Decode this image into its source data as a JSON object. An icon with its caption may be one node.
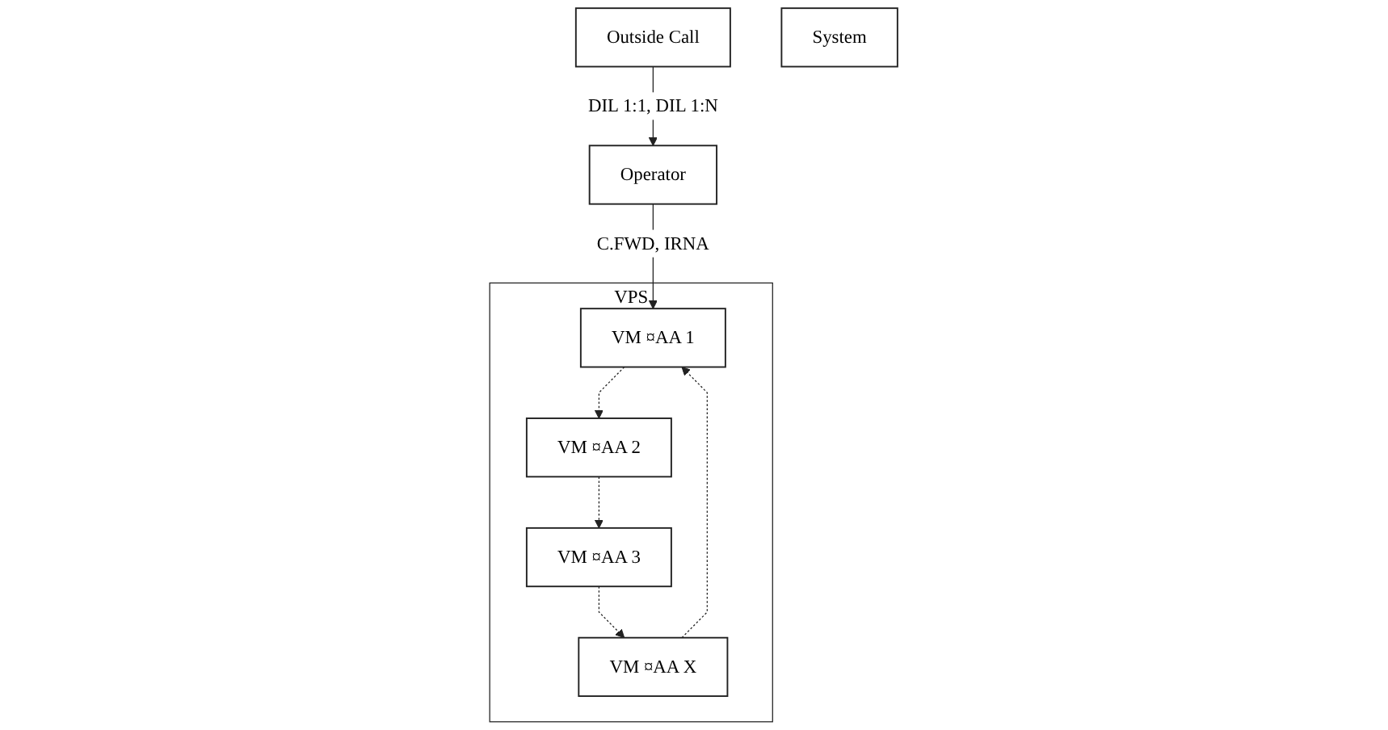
{
  "diagram": {
    "nodes": [
      {
        "text": [
          "Outside Call"
        ]
      },
      {
        "text": [
          "System"
        ]
      },
      {
        "text": [
          "Operator"
        ]
      },
      {
        "text": [
          "VPS"
        ]
      },
      {
        "text": [
          "VM ¤AA 1"
        ],
        "in": 3
      },
      {
        "text": [
          "VM ¤AA 2"
        ],
        "in": 3
      },
      {
        "text": [
          "VM ¤AA 3"
        ],
        "in": 3
      },
      {
        "text": [
          "VM ¤AA X"
        ],
        "in": 3
      }
    ],
    "edges": [
      {
        "from": 0,
        "to": 2,
        "arrow": "to",
        "label": "DIL 1:1, DIL 1:N"
      },
      {
        "from": 2,
        "to": 4,
        "arrow": "to",
        "label": "C.FWD, IRNA"
      },
      {
        "from": 4,
        "to": 5,
        "arrow": "to",
        "style": "dashed"
      },
      {
        "from": 5,
        "to": 6,
        "arrow": "to",
        "style": "dashed"
      },
      {
        "from": 6,
        "to": 7,
        "arrow": "to",
        "style": "dashed"
      },
      {
        "from": 7,
        "to": 4,
        "arrow": "to",
        "style": "dashed"
      }
    ]
  }
}
